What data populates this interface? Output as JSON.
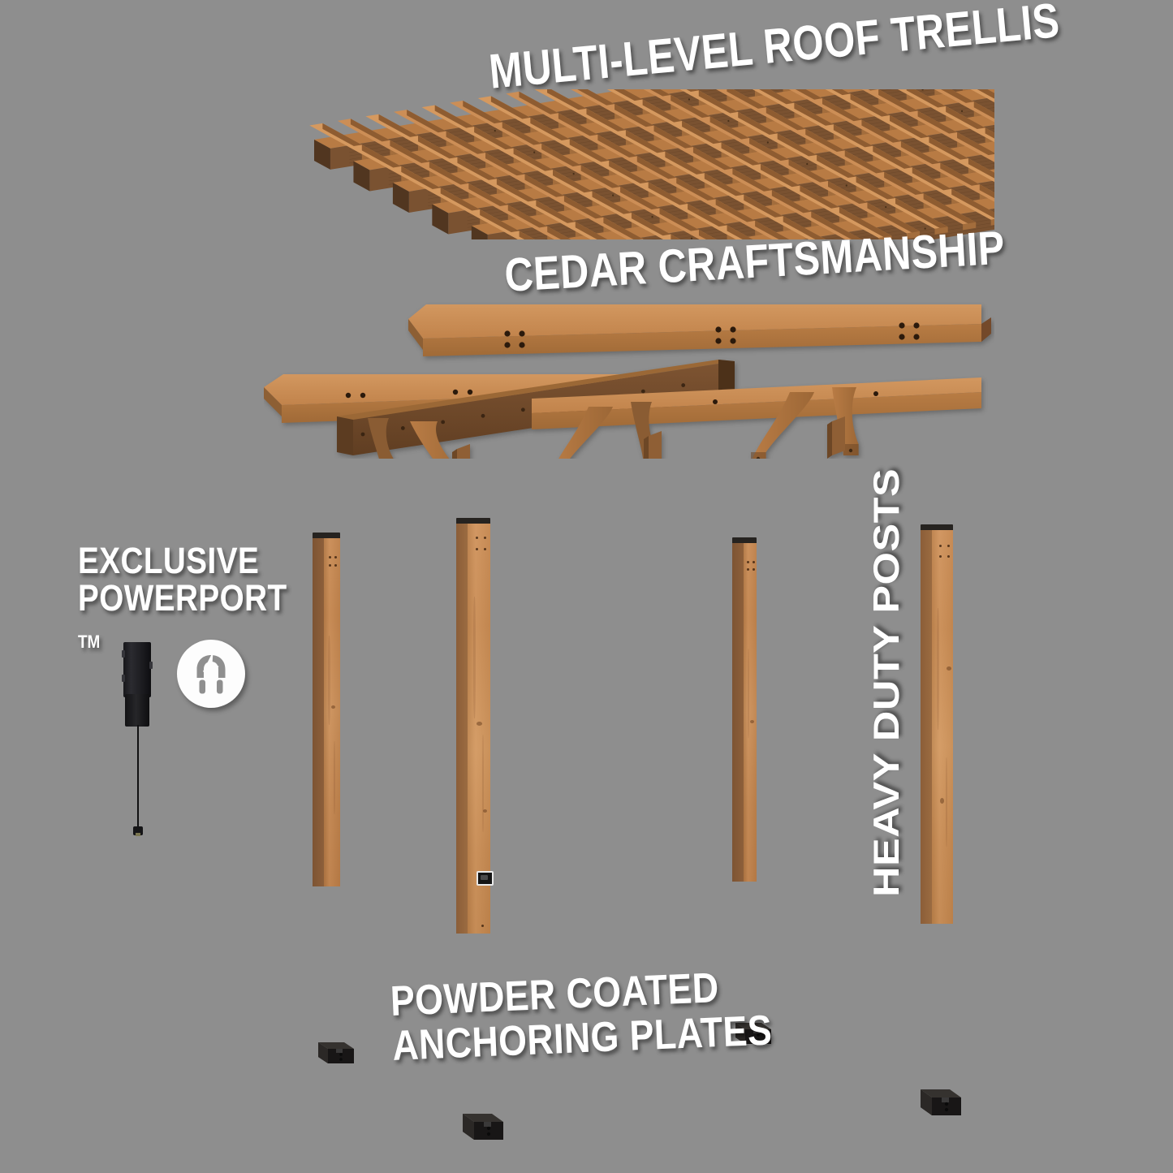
{
  "background_color": "#8e8e8e",
  "labels": {
    "trellis": "MULTI-LEVEL ROOF TRELLIS",
    "cedar": "CEDAR CRAFTSMANSHIP",
    "powerport_line1": "EXCLUSIVE",
    "powerport_line2": "POWERPORT",
    "powerport_tm": "TM",
    "posts": "HEAVY DUTY POSTS",
    "anchor_line1": "POWDER COATED",
    "anchor_line2": "ANCHORING PLATES"
  },
  "icons": {
    "powerport_badge": "electric-plug-icon"
  },
  "colors": {
    "label_text": "#ffffff",
    "wood_light": "#cf9159",
    "wood_mid": "#b9793f",
    "wood_dark": "#7d5433",
    "metal_black": "#201d1b",
    "badge_white": "#fdfdfd",
    "badge_glyph": "#8f8f8f"
  },
  "components": {
    "trellis_slat_count": 22,
    "trellis_rafter_count": 7,
    "post_count": 4,
    "anchor_plate_count": 4,
    "corbel_brace_count": 6
  }
}
